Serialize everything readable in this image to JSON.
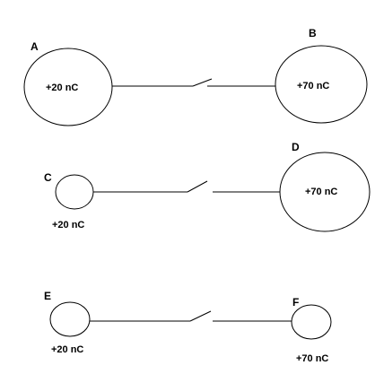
{
  "pairs": [
    {
      "left": {
        "letter": "A",
        "charge": "+20 nC"
      },
      "right": {
        "letter": "B",
        "charge": "+70 nC"
      },
      "switch_state": "open"
    },
    {
      "left": {
        "letter": "C",
        "charge": "+20 nC"
      },
      "right": {
        "letter": "D",
        "charge": "+70 nC"
      },
      "switch_state": "open"
    },
    {
      "left": {
        "letter": "E",
        "charge": "+20 nC"
      },
      "right": {
        "letter": "F",
        "charge": "+70 nC"
      },
      "switch_state": "open"
    }
  ]
}
